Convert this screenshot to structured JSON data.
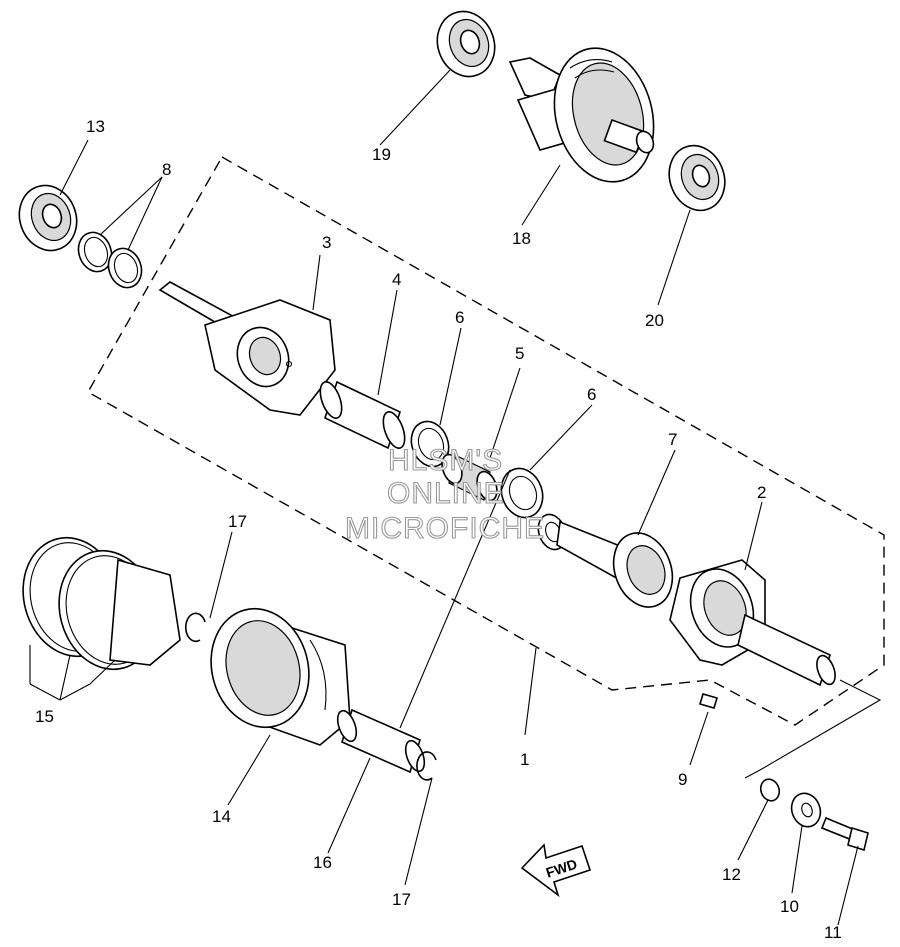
{
  "diagram": {
    "callouts": {
      "n1": "1",
      "n2": "2",
      "n3": "3",
      "n4": "4",
      "n5": "5",
      "n6a": "6",
      "n6b": "6",
      "n7": "7",
      "n8": "8",
      "n9": "9",
      "n10": "10",
      "n11": "11",
      "n12": "12",
      "n13": "13",
      "n14": "14",
      "n15": "15",
      "n16": "16",
      "n17a": "17",
      "n17b": "17",
      "n18": "18",
      "n19": "19",
      "n20": "20"
    },
    "fwd_label": "FWD",
    "watermark": {
      "line1": "HLSM'S",
      "line2": "ONLINE",
      "line3": "MICROFICHE"
    }
  }
}
